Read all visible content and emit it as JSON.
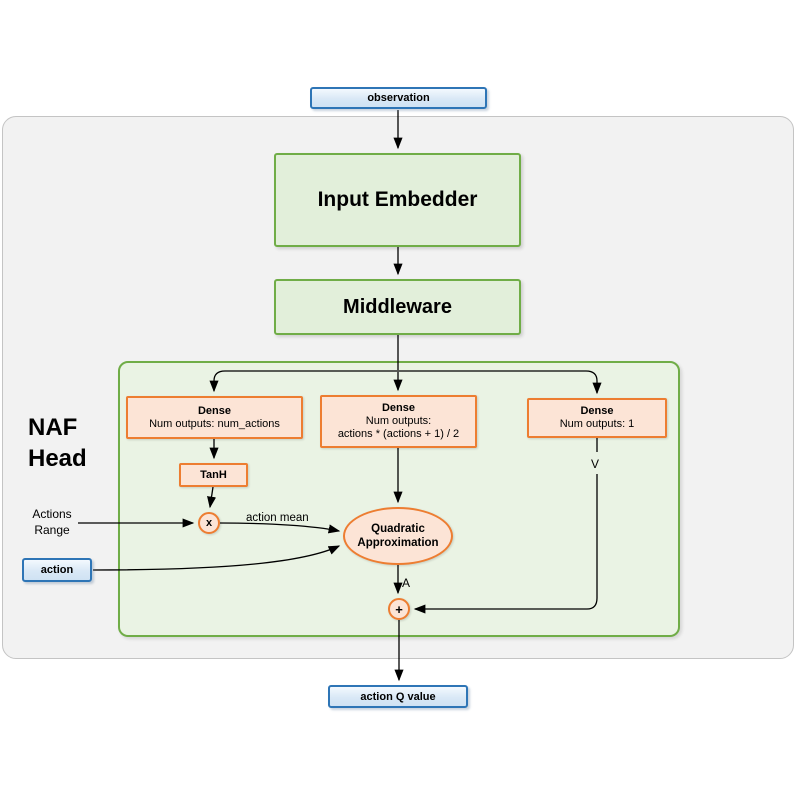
{
  "nodes": {
    "observation": {
      "label": "observation"
    },
    "input_embedder": {
      "label": "Input Embedder"
    },
    "middleware": {
      "label": "Middleware"
    },
    "naf_head": {
      "line1": "NAF",
      "line2": "Head"
    },
    "dense_actions": {
      "title": "Dense",
      "line2": "Num outputs: num_actions"
    },
    "dense_lmatrix": {
      "title": "Dense",
      "line2": "Num outputs:",
      "line3": "actions * (actions + 1) / 2"
    },
    "dense_value": {
      "title": "Dense",
      "line2": "Num outputs: 1"
    },
    "tanh": {
      "label": "TanH"
    },
    "multiply": {
      "label": "x"
    },
    "quadratic": {
      "line1": "Quadratic",
      "line2": "Approximation"
    },
    "sum": {
      "label": "+"
    },
    "actions_range": {
      "line1": "Actions",
      "line2": "Range"
    },
    "action": {
      "label": "action"
    },
    "action_q_value": {
      "label": "action Q value"
    }
  },
  "edge_labels": {
    "action_mean": "action mean",
    "v": "V",
    "a": "A"
  },
  "colors": {
    "blue_border": "#2e75b6",
    "blue_fill": "#d9e8f6",
    "green_border": "#70ad47",
    "green_fill": "#e2efda",
    "naf_container_fill": "#eaf3e4",
    "orange_border": "#ed7d31",
    "orange_fill": "#fce4d6",
    "outer_fill": "#f2f2f2",
    "outer_border": "#c4c4c4",
    "connector_line": "#000000"
  }
}
